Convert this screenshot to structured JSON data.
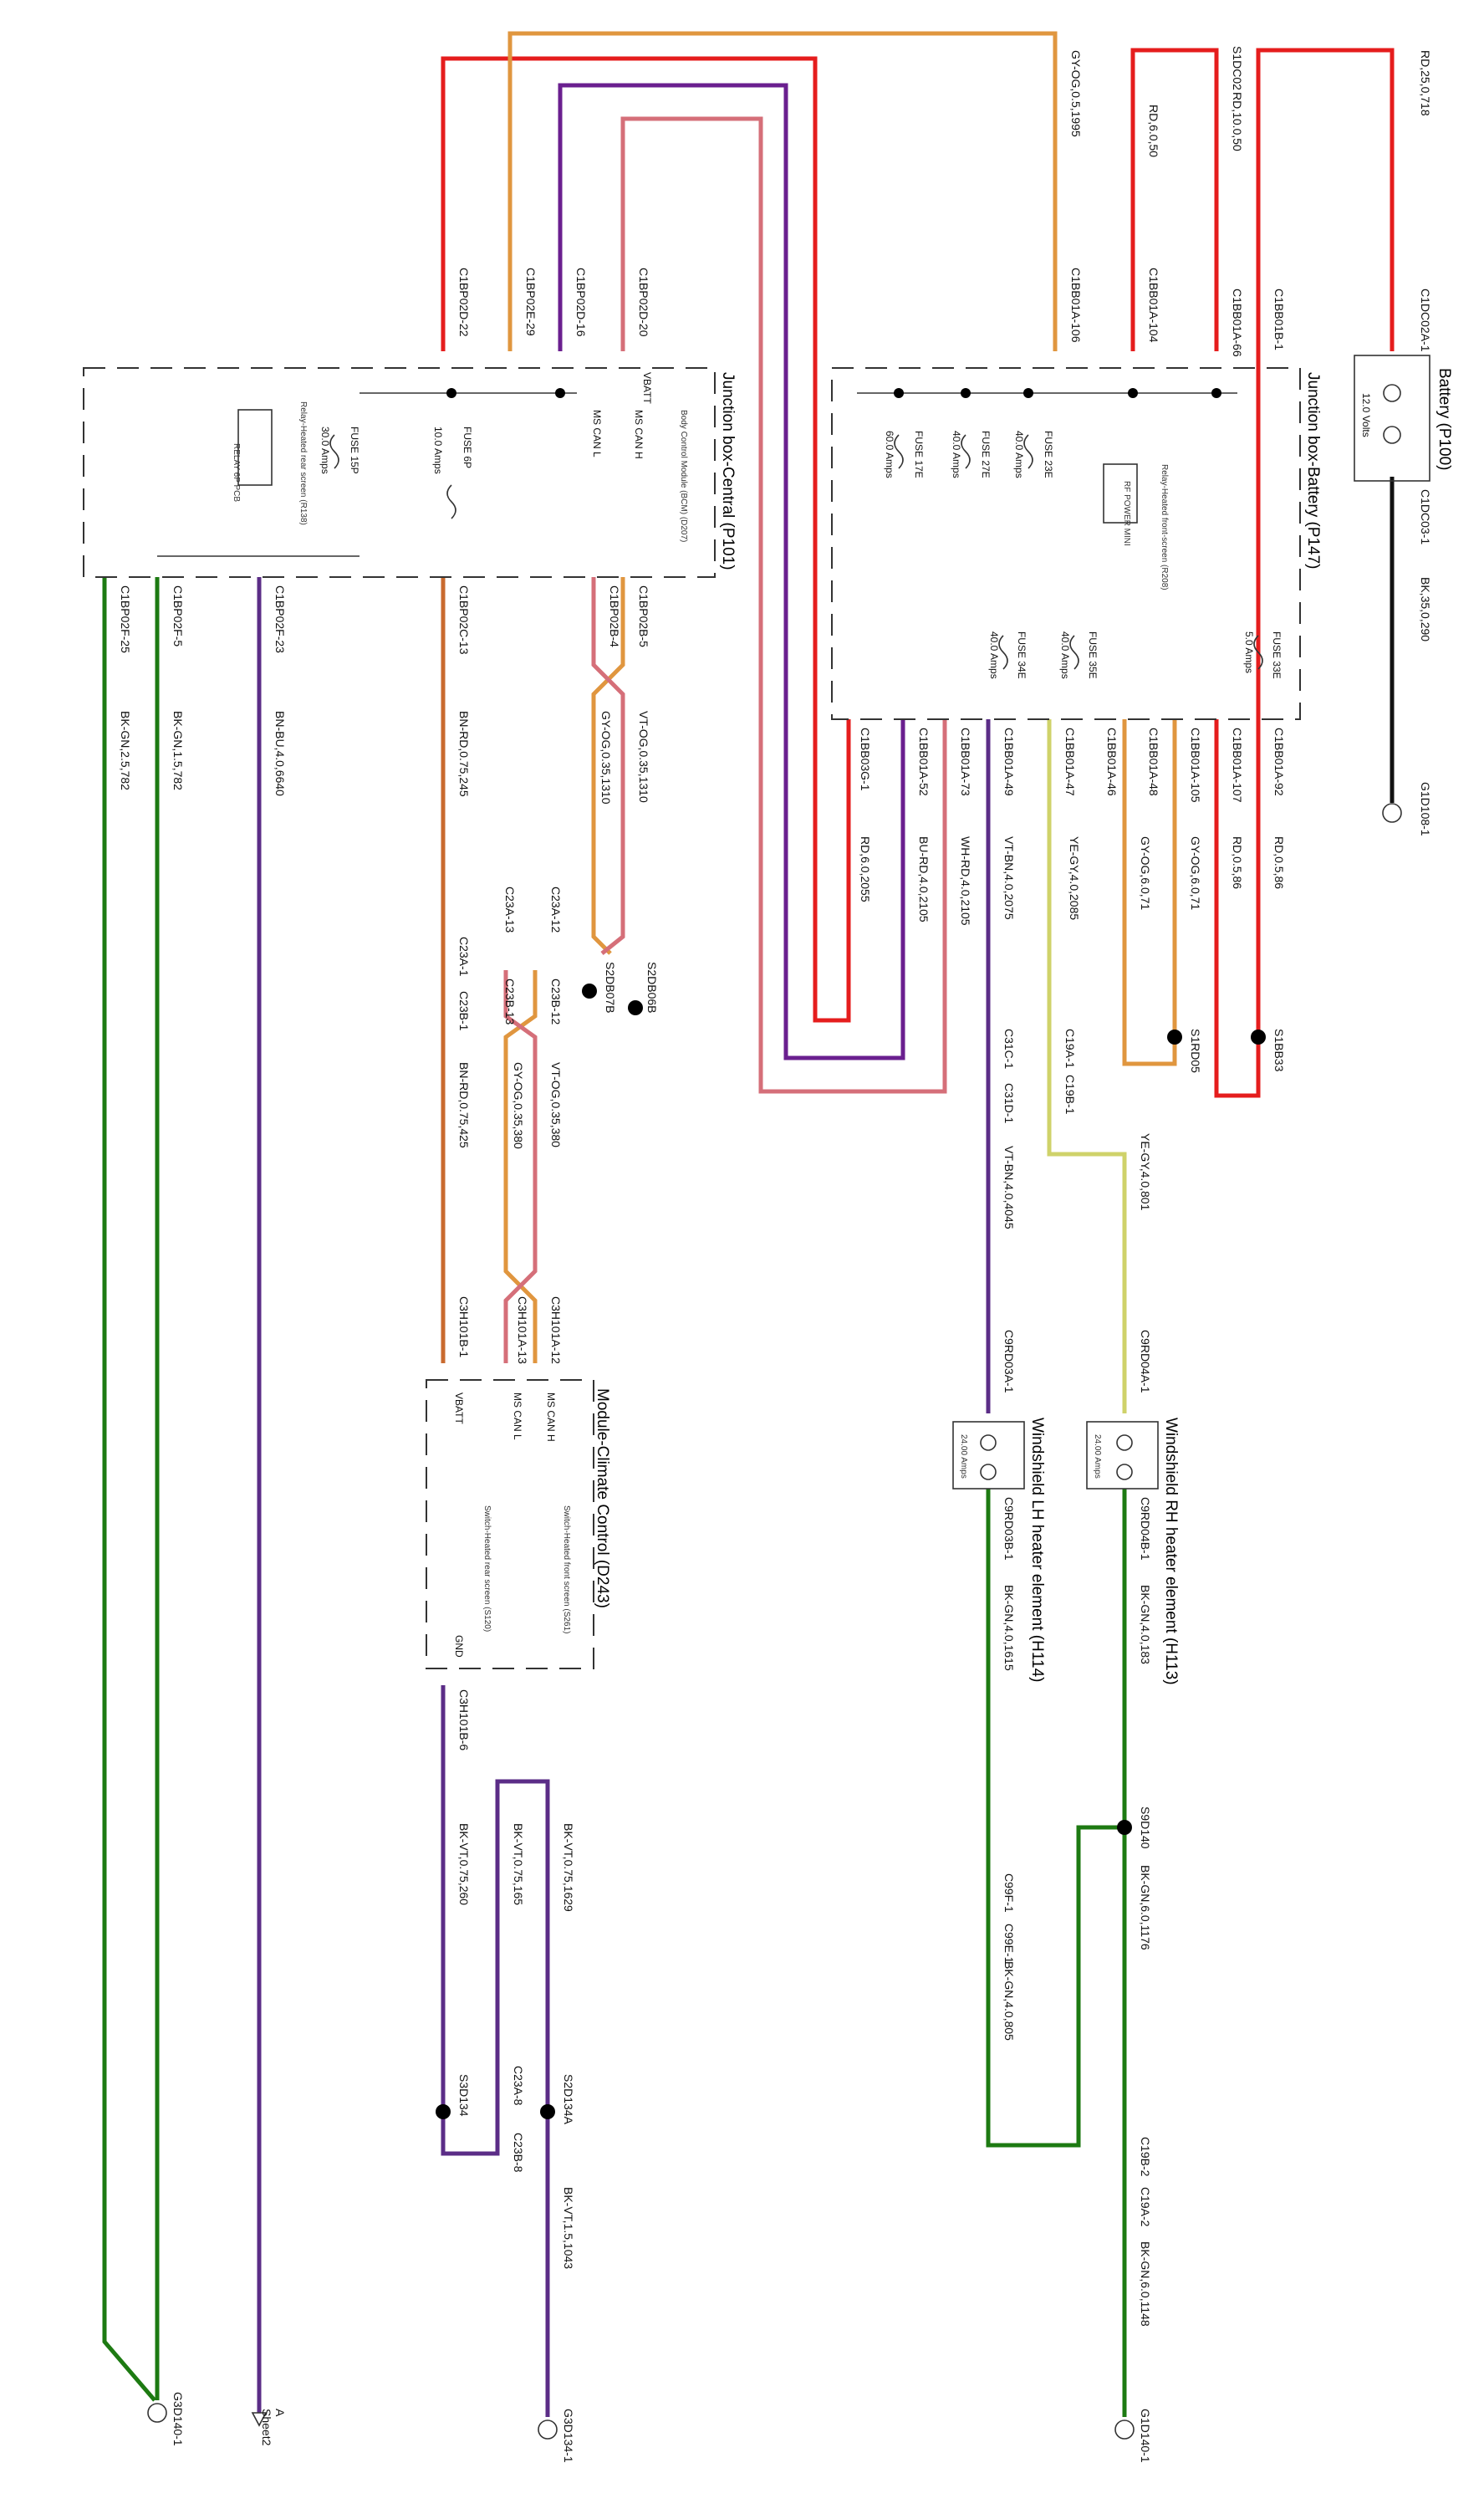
{
  "diagram": {
    "colors": {
      "red": "#e51d1d",
      "orange": "#e0963f",
      "purple": "#6a1f8f",
      "pink": "#d56f79",
      "violet": "#5b2d87",
      "green": "#1d7a12",
      "black": "#111111",
      "yellow": "#cfd26a",
      "brown": "#c96a2f"
    },
    "battery": {
      "title": "Battery (P100)",
      "voltage": "12.0 Volts",
      "pin_pos": "C1DC02A-1",
      "pin_neg": "C1DC03-1",
      "wire_pos": "RD,25,0,718",
      "wire_neg": "BK,35,0,290",
      "ground": "G1D108-1"
    },
    "jbb": {
      "title": "Junction box-Battery (P147)",
      "fuses": [
        {
          "name": "FUSE 33E",
          "rating": "5.0 Amps"
        },
        {
          "name": "FUSE 23E",
          "rating": "40.0 Amps"
        },
        {
          "name": "FUSE 27E",
          "rating": "40.0 Amps"
        },
        {
          "name": "FUSE 17E",
          "rating": "60.0 Amps"
        },
        {
          "name": "FUSE 35E",
          "rating": "40.0 Amps"
        },
        {
          "name": "FUSE 34E",
          "rating": "40.0 Amps"
        }
      ],
      "relay": "Relay-Heated front-screen (R208)",
      "relay_sub": "RF POWER MINI",
      "top_pins": [
        "C1BB01B-1",
        "C1BB01A-66",
        "C1BB01A-104",
        "C1BB01A-106"
      ],
      "top_wires": [
        "RD,10.0,50",
        "RD,6.0,50",
        "GY-OG,0.5,1995"
      ],
      "splice_top": "S1DC02",
      "bottom_pins": [
        "C1BB01A-92",
        "C1BB01A-107",
        "C1BB01A-105",
        "C1BB01A-48",
        "C1BB01A-46",
        "C1BB01A-47",
        "C1BB01A-49",
        "C1BB01A-73",
        "C1BB01A-52",
        "C1BB03G-1"
      ],
      "bottom_wires": [
        "RD,0.5,86",
        "RD,0.5,86",
        "GY-OG,6.0,71",
        "GY-OG,6.0,71",
        "YE-GY,4.0,2085",
        "VT-BN,4.0,2075",
        "WH-RD,4.0,2105",
        "BU-RD,4.0,2105",
        "RD,6.0,2055"
      ],
      "splices": [
        "S1BB33",
        "S1RD05"
      ]
    },
    "jbc": {
      "title": "Junction box-Central (P101)",
      "bcm": "Body Control Module (BCM) (D207)",
      "vbatt": "VBATT",
      "mscan_h": "MS CAN H",
      "mscan_l": "MS CAN L",
      "fuses": [
        {
          "name": "FUSE 6P",
          "rating": "10.0 Amps"
        },
        {
          "name": "FUSE 15P",
          "rating": "30.0 Amps"
        }
      ],
      "relay": "Relay-Heated rear screen (R138)",
      "relay_sub": "RELAY 6P PCB",
      "top_pins": [
        "C1BP02D-22",
        "C1BP02E-29",
        "C1BP02D-16",
        "C1BP02D-20"
      ],
      "bottom_pins": [
        "C1BP02F-25",
        "C1BP02F-5",
        "C1BP02F-23",
        "C1BP02C-13",
        "C1BP02B-4",
        "C1BP02B-5"
      ],
      "bottom_wires": [
        "BK-GN,2.5,782",
        "BK-GN,1.5,782",
        "BN-BU,4.0,6640",
        "BN-RD,0.75,245",
        "GY-OG,0.35,1310",
        "VT-OG,0.35,1310"
      ],
      "splices": [
        "S2DB07B",
        "S2DB06B"
      ]
    },
    "connectors": {
      "c23": [
        "C23A-1",
        "C23B-1",
        "C23A-13",
        "C23B-13",
        "C23A-12",
        "C23B-12",
        "C23A-8",
        "C23B-8"
      ],
      "c23_wires": [
        "BN-RD,0.75,425",
        "GY-OG,0.35,380",
        "VT-OG,0.35,380"
      ],
      "c31": [
        "C31C-1",
        "C31D-1"
      ],
      "c31_wire": "VT-BN,4.0,4045",
      "c19": [
        "C19A-1",
        "C19B-1",
        "C19B-2",
        "C19A-2"
      ],
      "c19_wire": "YE-GY,4.0,801",
      "c99": [
        "C99F-1",
        "C99E-1"
      ]
    },
    "climate": {
      "title": "Module-Climate Control (D243)",
      "pins": [
        "C3H101A-12",
        "C3H101A-13",
        "C3H101B-1",
        "C3H101B-6"
      ],
      "labels": [
        "MS CAN H",
        "MS CAN L",
        "VBATT",
        "GND"
      ],
      "switch_front": "Switch-Heated front screen (S261)",
      "switch_rear": "Switch-Heated rear screen (S120)",
      "wires": [
        "BK-VT,0.75,260",
        "BK-VT,0.75,165",
        "BK-VT,0.75,1629",
        "BK-VT,1.5,1043"
      ],
      "splices": [
        "S3D134",
        "S2D134A"
      ],
      "ground": "G3D134-1"
    },
    "heaters": {
      "rh": {
        "title": "Windshield RH heater element (H113)",
        "rating": "24.00 Amps",
        "pin_in": "C9RD04A-1",
        "pin_out": "C9RD04B-1",
        "wire_out": "BK-GN,4.0,183"
      },
      "lh": {
        "title": "Windshield LH heater element (H114)",
        "rating": "24.00 Amps",
        "pin_in": "C9RD03A-1",
        "pin_out": "C9RD03B-1",
        "wire_out": "BK-GN,4.0,1615"
      },
      "gnd_wires": [
        "BK-GN,6.0,1176",
        "BK-GN,4.0,805",
        "BK-GN,6.0,1148"
      ],
      "splice": "S9D140",
      "ground": "G1D140-1"
    },
    "left_grounds": {
      "ground": "G3D140-1",
      "sheet_ref_a": "A",
      "sheet_ref_b": "Sheet2"
    }
  }
}
